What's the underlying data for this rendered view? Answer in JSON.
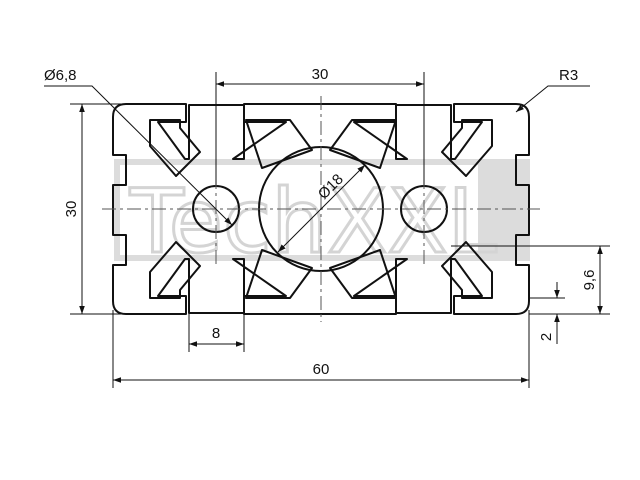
{
  "watermark": {
    "text": "TechXXL",
    "box_color": "#dcdcdc",
    "text_color": "#d4d4d4"
  },
  "colors": {
    "line": "#111111",
    "centerline": "#555555",
    "background": "#ffffff"
  },
  "dimensions": {
    "top_width": "30",
    "left_height": "30",
    "hole_small": "Ø6,8",
    "hole_center": "Ø18",
    "radius": "R3",
    "slot_width": "8",
    "total_width": "60",
    "slot_depth": "9,6",
    "wall": "2"
  }
}
